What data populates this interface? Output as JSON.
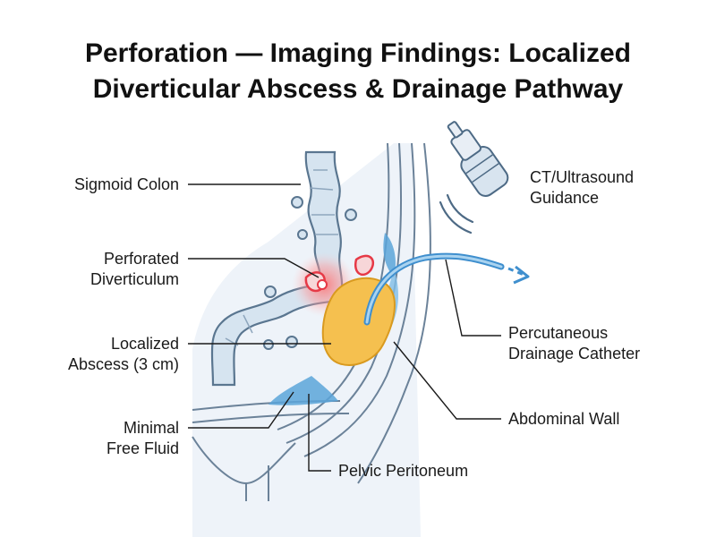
{
  "title": {
    "line1": "Perforation — Imaging Findings: Localized",
    "line2": "Diverticular Abscess & Drainage Pathway"
  },
  "labels": {
    "sigmoid_colon": "Sigmoid Colon",
    "perforated_1": "Perforated",
    "perforated_2": "Diverticulum",
    "abscess_1": "Localized",
    "abscess_2": "Abscess (3 cm)",
    "free_fluid_1": "Minimal",
    "free_fluid_2": "Free Fluid",
    "peritoneum": "Pelvic Peritoneum",
    "guidance_1": "CT/Ultrasound",
    "guidance_2": "Guidance",
    "catheter_1": "Percutaneous",
    "catheter_2": "Drainage Catheter",
    "abdominal_wall": "Abdominal Wall"
  },
  "colors": {
    "colon_fill": "#d6e4f0",
    "colon_stroke": "#5a7690",
    "abscess_fill": "#f5c04f",
    "perforation": "#e63946",
    "free_fluid": "#5ba4d9",
    "catheter": "#3f8fce",
    "tissue": "#e9f0f7"
  },
  "icons": {
    "probe": "ultrasound-probe-icon"
  }
}
